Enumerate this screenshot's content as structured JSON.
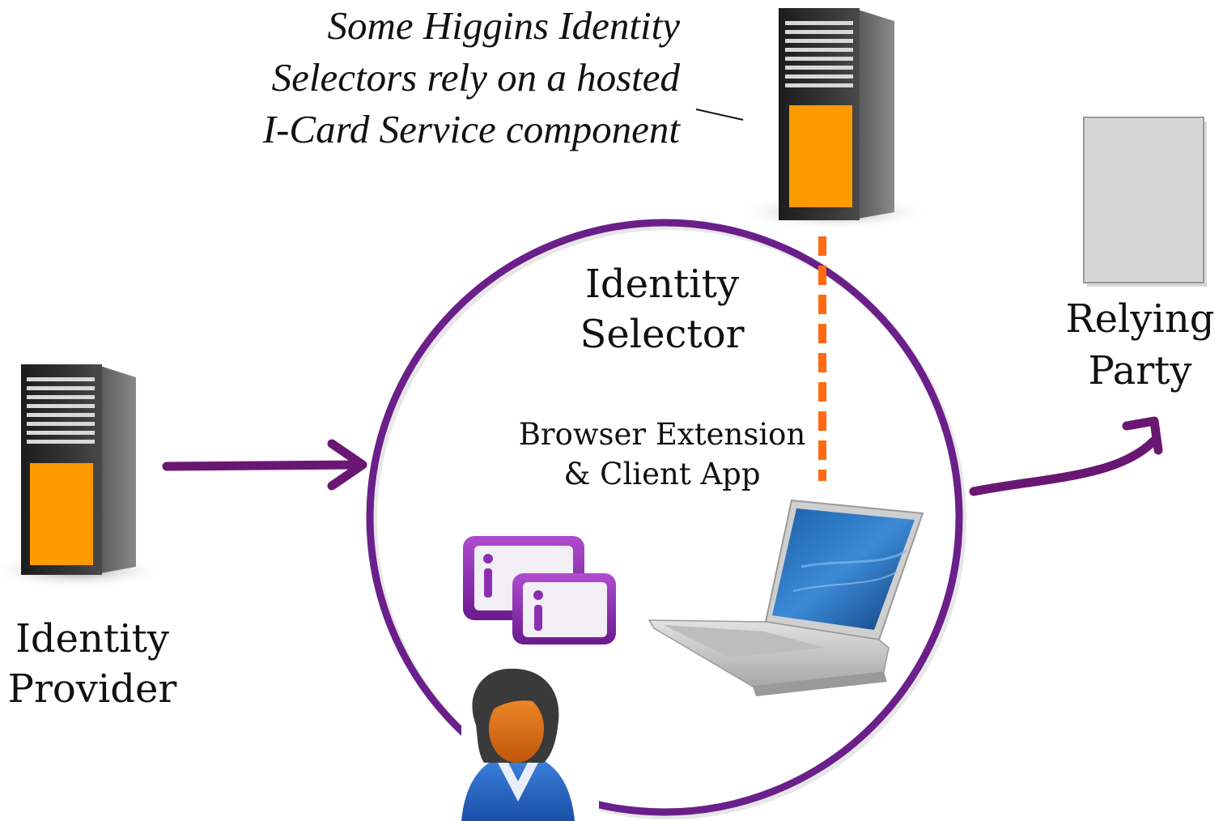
{
  "annotation": {
    "lines": [
      "Some Higgins Identity",
      "Selectors rely on a hosted",
      "I-Card Service component"
    ]
  },
  "identity_selector": {
    "line1": "Identity",
    "line2": "Selector"
  },
  "browser_extension": {
    "line1": "Browser Extension",
    "line2": "& Client App"
  },
  "identity_provider": {
    "line1": "Identity",
    "line2": "Provider"
  },
  "relying_party": {
    "line1": "Relying",
    "line2": "Party"
  },
  "colors": {
    "circle": "#6a1f8a",
    "arrow": "#6a1673",
    "dashed_line": "#ff6a13",
    "server_body": "#2a2a2a",
    "server_panel": "#ff9a00",
    "relying_party_box": "#d6d6d6",
    "card_border": "#8b2fb0"
  },
  "icons": {
    "ic_server": "server-icon",
    "idp_server": "server-icon",
    "relying_party": "page-icon",
    "cards": "identity-card-icon",
    "laptop": "laptop-icon",
    "person": "user-icon"
  }
}
